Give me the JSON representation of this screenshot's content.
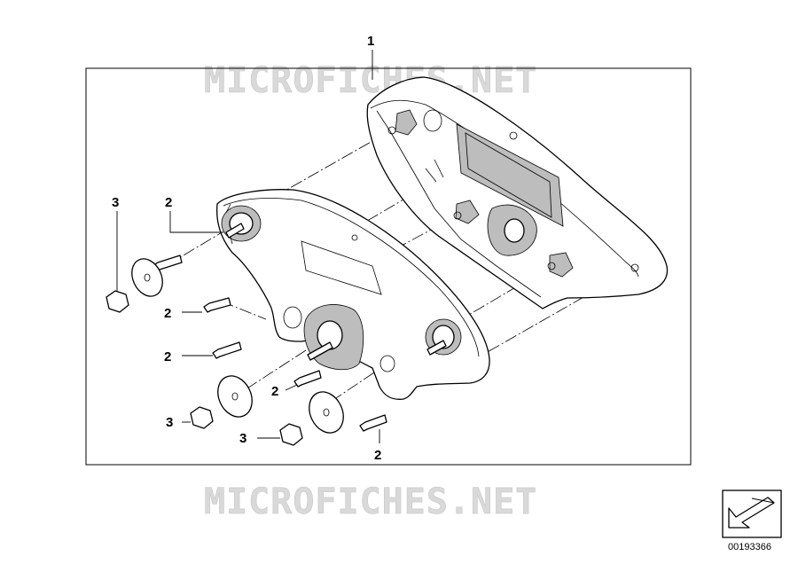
{
  "diagram": {
    "watermark_top": "MICROFICHES.NET",
    "watermark_bottom": "MICROFICHES.NET",
    "document_number": "00193366",
    "callouts": [
      {
        "label": "1"
      },
      {
        "label": "2"
      },
      {
        "label": "2"
      },
      {
        "label": "2"
      },
      {
        "label": "2"
      },
      {
        "label": "2"
      },
      {
        "label": "3"
      },
      {
        "label": "3"
      },
      {
        "label": "3"
      }
    ]
  }
}
